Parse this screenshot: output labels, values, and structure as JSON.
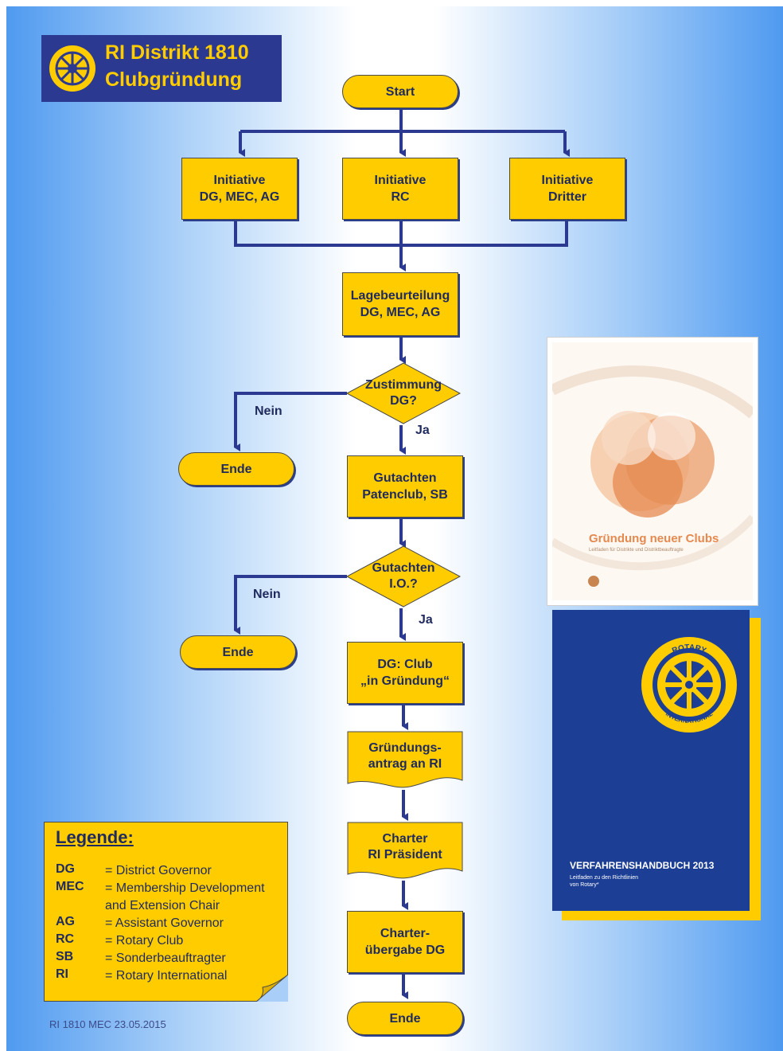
{
  "header": {
    "line1": "RI Distrikt 1810",
    "line2": "Clubgründung"
  },
  "flow": {
    "start": "Start",
    "init_dg": "Initiative\nDG, MEC, AG",
    "init_rc": "Initiative\nRC",
    "init_third": "Initiative\nDritter",
    "assessment": "Lagebeurteilung\nDG, MEC, AG",
    "decision1": "Zustimmung\nDG?",
    "no1": "Nein",
    "yes1": "Ja",
    "end1": "Ende",
    "sponsor_report": "Gutachten\nPatenclub, SB",
    "decision2": "Gutachten\nI.O.?",
    "no2": "Nein",
    "yes2": "Ja",
    "end2": "Ende",
    "club_forming": "DG: Club\n„in Gründung“",
    "application": "Gründungs-\nantrag an RI",
    "charter_president": "Charter\nRI Präsident",
    "charter_handover": "Charter-\nübergabe DG",
    "end_final": "Ende"
  },
  "legend": {
    "heading": "Legende:",
    "items": [
      {
        "abbr": "DG",
        "desc": "= District Governor"
      },
      {
        "abbr": "MEC",
        "desc": "= Membership Development\n   and Extension Chair"
      },
      {
        "abbr": "AG",
        "desc": "= Assistant Governor"
      },
      {
        "abbr": "RC",
        "desc": "= Rotary Club"
      },
      {
        "abbr": "SB",
        "desc": "= Sonderbeauftragter"
      },
      {
        "abbr": "RI",
        "desc": "= Rotary International"
      }
    ]
  },
  "book1": {
    "title": "Gründung neuer Clubs",
    "subtitle": "Leitfaden für Distrikte und Distriktbeauftragte"
  },
  "book2": {
    "title": "VERFAHRENSHANDBUCH 2013",
    "subtitle": "Leitfaden zu den Richtlinien\nvon Rotary*",
    "seal_top": "ROTARY",
    "seal_bottom": "INTERNATIONAL"
  },
  "footer": "RI 1810 MEC 23.05.2015",
  "colors": {
    "box_fill": "#ffcc00",
    "connector": "#2b3990",
    "title_bg": "#2b3990",
    "book2_bg": "#1c3f95"
  }
}
